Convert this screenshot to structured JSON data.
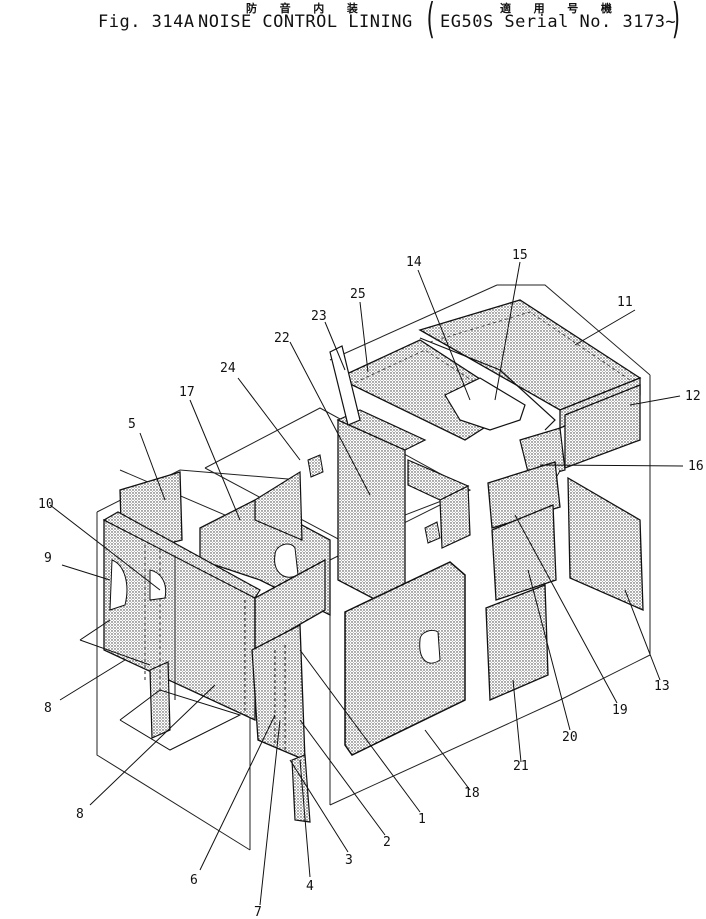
{
  "header": {
    "jp_title": "防 音 内 装",
    "fig_label": "Fig. 314A",
    "title": "NOISE CONTROL LINING",
    "jp_applicable": "適 用 号 機",
    "applicable": "EG50S Serial No. 3173~"
  },
  "callouts": [
    {
      "id": "c1",
      "text": "1"
    },
    {
      "id": "c2",
      "text": "2"
    },
    {
      "id": "c3",
      "text": "3"
    },
    {
      "id": "c4",
      "text": "4"
    },
    {
      "id": "c5",
      "text": "5"
    },
    {
      "id": "c6",
      "text": "6"
    },
    {
      "id": "c7",
      "text": "7"
    },
    {
      "id": "c8a",
      "text": "8"
    },
    {
      "id": "c8b",
      "text": "8"
    },
    {
      "id": "c9",
      "text": "9"
    },
    {
      "id": "c10",
      "text": "10"
    },
    {
      "id": "c11",
      "text": "11"
    },
    {
      "id": "c12",
      "text": "12"
    },
    {
      "id": "c13",
      "text": "13"
    },
    {
      "id": "c14",
      "text": "14"
    },
    {
      "id": "c15",
      "text": "15"
    },
    {
      "id": "c16",
      "text": "16"
    },
    {
      "id": "c17",
      "text": "17"
    },
    {
      "id": "c18",
      "text": "18"
    },
    {
      "id": "c19",
      "text": "19"
    },
    {
      "id": "c20",
      "text": "20"
    },
    {
      "id": "c21",
      "text": "21"
    },
    {
      "id": "c22",
      "text": "22"
    },
    {
      "id": "c23",
      "text": "23"
    },
    {
      "id": "c24",
      "text": "24"
    },
    {
      "id": "c25",
      "text": "25"
    }
  ]
}
